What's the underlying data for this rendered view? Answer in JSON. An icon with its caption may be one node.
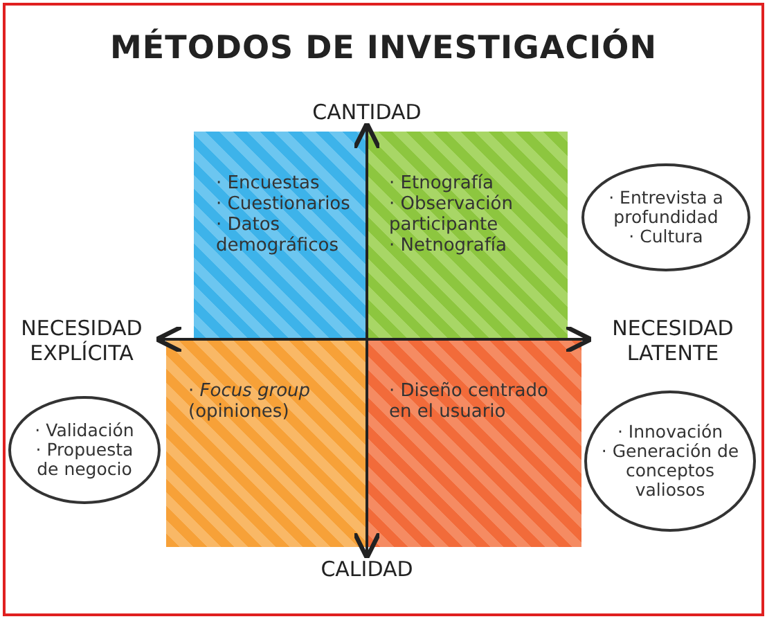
{
  "diagram": {
    "title": "MÉTODOS DE INVESTIGACIÓN",
    "nodes": [
      {
        "text": [
          "CANTIDAD"
        ]
      },
      {
        "text": [
          "· Encuestas",
          "· Cuestionarios",
          "· Datos demográficos"
        ]
      },
      {
        "text": [
          "· Etnografía",
          "· Observación participante",
          "· Netnografía"
        ]
      },
      {
        "text": [
          "· Entrevista a profundidad",
          "· Cultura"
        ]
      },
      {
        "text": [
          "NECESIDAD EXPLÍCITA"
        ]
      },
      {
        "text": [
          "NECESIDAD LATENTE"
        ]
      },
      {
        "text": [
          "· Validación",
          "· Propuesta de negocio"
        ]
      },
      {
        "text": [
          "· *Focus group* (opiniones)"
        ]
      },
      {
        "text": [
          "· Diseño centrado en el usuario"
        ]
      },
      {
        "text": [
          "· Innovación",
          "· Generación de conceptos valiosos"
        ]
      },
      {
        "text": [
          "CALIDAD"
        ]
      }
    ],
    "edges": [
      {
        "from": 0,
        "to": 10,
        "arrow": "both"
      },
      {
        "from": 4,
        "to": 5,
        "arrow": "both"
      }
    ]
  }
}
